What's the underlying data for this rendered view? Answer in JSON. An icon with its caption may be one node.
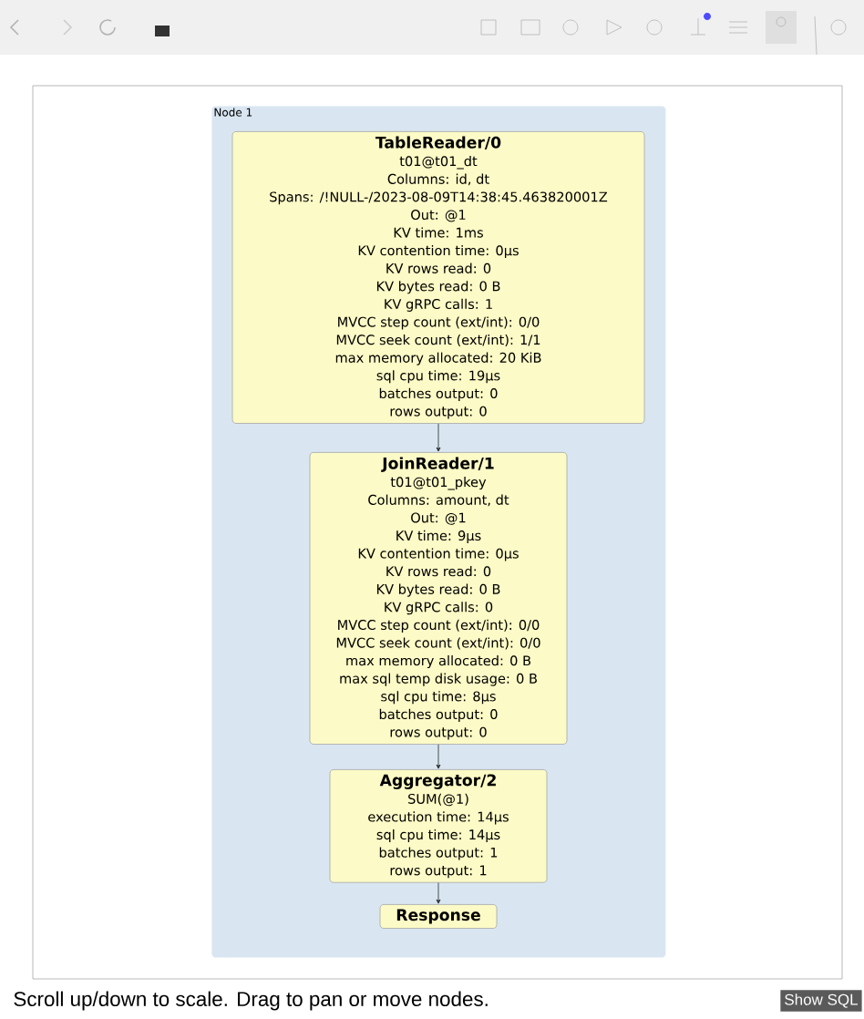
{
  "diagram": {
    "nodes": [
      {
        "text": [
          "Node 1"
        ]
      },
      {
        "text": [
          "TableReader/0",
          "t01@t01_dt",
          "Columns: id, dt",
          "Spans: /!NULL-/2023-08-09T14:38:45.463820001Z",
          "Out: @1",
          "KV time: 1ms",
          "KV contention time: 0µs",
          "KV rows read: 0",
          "KV bytes read: 0 B",
          "KV gRPC calls: 1",
          "MVCC step count (ext/int): 0/0",
          "MVCC seek count (ext/int): 1/1",
          "max memory allocated: 20 KiB",
          "sql cpu time: 19µs",
          "batches output: 0",
          "rows output: 0"
        ],
        "in": 0
      },
      {
        "text": [
          "JoinReader/1",
          "t01@t01_pkey",
          "Columns: amount, dt",
          "Out: @1",
          "KV time: 9µs",
          "KV contention time: 0µs",
          "KV rows read: 0",
          "KV bytes read: 0 B",
          "KV gRPC calls: 0",
          "MVCC step count (ext/int): 0/0",
          "MVCC seek count (ext/int): 0/0",
          "max memory allocated: 0 B",
          "max sql temp disk usage: 0 B",
          "sql cpu time: 8µs",
          "batches output: 0",
          "rows output: 0"
        ],
        "in": 0
      },
      {
        "text": [
          "Aggregator/2",
          "SUM(@1)",
          "execution time: 14µs",
          "sql cpu time: 14µs",
          "batches output: 1",
          "rows output: 1"
        ],
        "in": 0
      },
      {
        "text": [
          "Response"
        ],
        "in": 0
      }
    ],
    "edges": [
      {
        "from": 1,
        "to": 2,
        "arrow": "to"
      },
      {
        "from": 2,
        "to": 3,
        "arrow": "to"
      },
      {
        "from": 3,
        "to": 4,
        "arrow": "to"
      }
    ],
    "labels": [
      "Scroll up/down to scale. Drag to pan or move nodes.",
      "Show SQL"
    ]
  }
}
